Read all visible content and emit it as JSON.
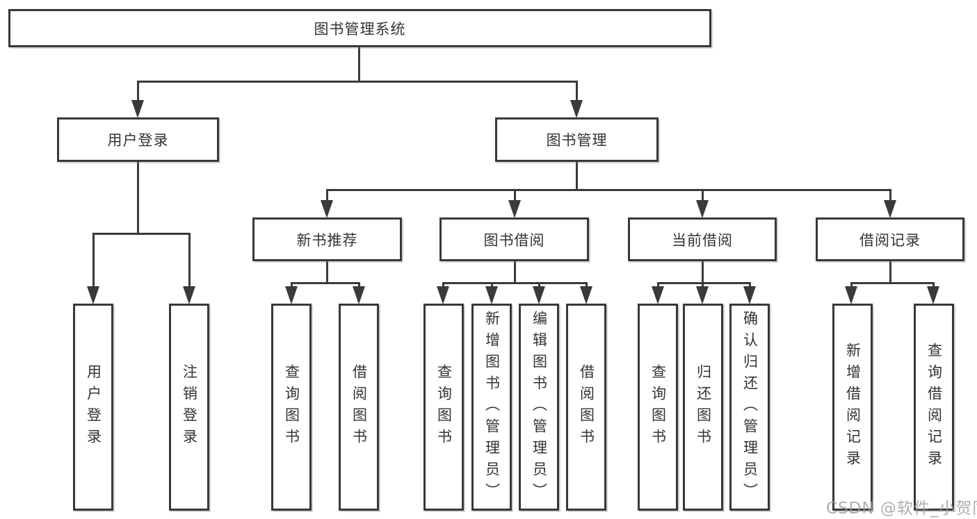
{
  "diagram": {
    "title": "图书管理系统",
    "root": {
      "label": "图书管理系统"
    },
    "level2": [
      {
        "label": "用户登录"
      },
      {
        "label": "图书管理"
      }
    ],
    "level3": [
      {
        "label": "新书推荐"
      },
      {
        "label": "图书借阅"
      },
      {
        "label": "当前借阅"
      },
      {
        "label": "借阅记录"
      }
    ],
    "level4": {
      "user_login": [
        {
          "label": "用户登录"
        },
        {
          "label": "注销登录"
        }
      ],
      "new_books": [
        {
          "label": "查询图书"
        },
        {
          "label": "借阅图书"
        }
      ],
      "book_borrow": [
        {
          "label": "查询图书"
        },
        {
          "label": "新增图书（管理员）"
        },
        {
          "label": "编辑图书（管理员）"
        },
        {
          "label": "借阅图书"
        }
      ],
      "current_borrow": [
        {
          "label": "查询图书"
        },
        {
          "label": "归还图书"
        },
        {
          "label": "确认归还（管理员）"
        }
      ],
      "borrow_records": [
        {
          "label": "新增借阅记录"
        },
        {
          "label": "查询借阅记录"
        }
      ]
    }
  },
  "watermark": {
    "text": "CSDN @软件_小贺同学"
  },
  "colors": {
    "line": "#3a3a3a",
    "border": "#383838",
    "text": "#333333",
    "background": "#ffffff",
    "watermark": "#9e9e9e"
  }
}
